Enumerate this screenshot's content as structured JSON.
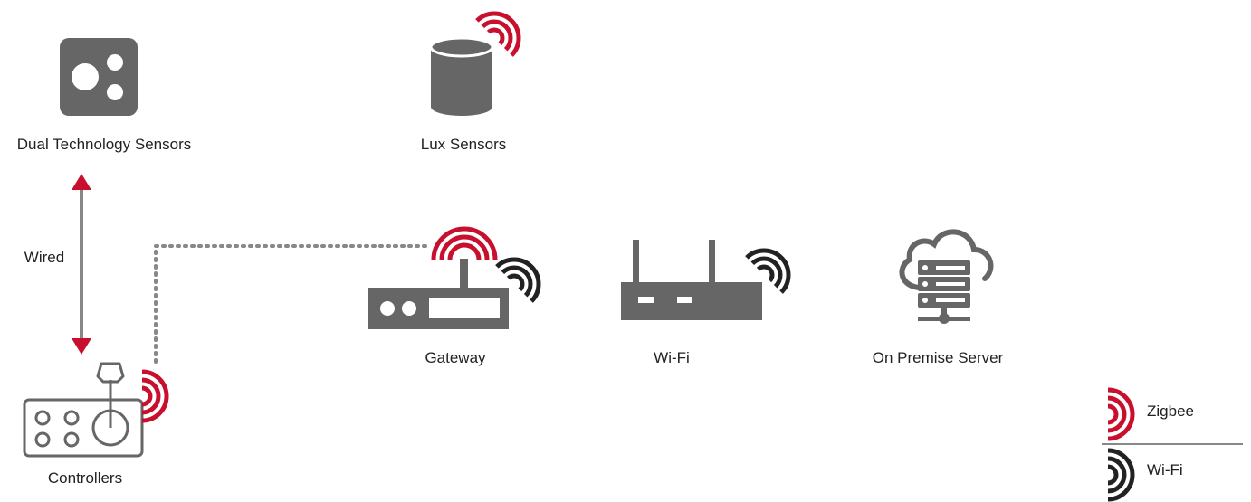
{
  "nodes": {
    "dual_sensors": "Dual Technology Sensors",
    "lux_sensors": "Lux Sensors",
    "gateway": "Gateway",
    "wifi": "Wi-Fi",
    "server": "On Premise Server",
    "controllers": "Controllers"
  },
  "connection": {
    "wired_label": "Wired"
  },
  "legend": {
    "zigbee": "Zigbee",
    "wifi": "Wi-Fi"
  },
  "colors": {
    "zigbee": "#c8102e",
    "wifi": "#222222",
    "device": "#666666",
    "arrow": "#c8102e"
  },
  "icons": [
    "dual-sensor-icon",
    "lux-sensor-icon",
    "gateway-icon",
    "wifi-router-icon",
    "server-cloud-icon",
    "controller-icon",
    "zigbee-signal-icon",
    "wifi-signal-icon"
  ]
}
